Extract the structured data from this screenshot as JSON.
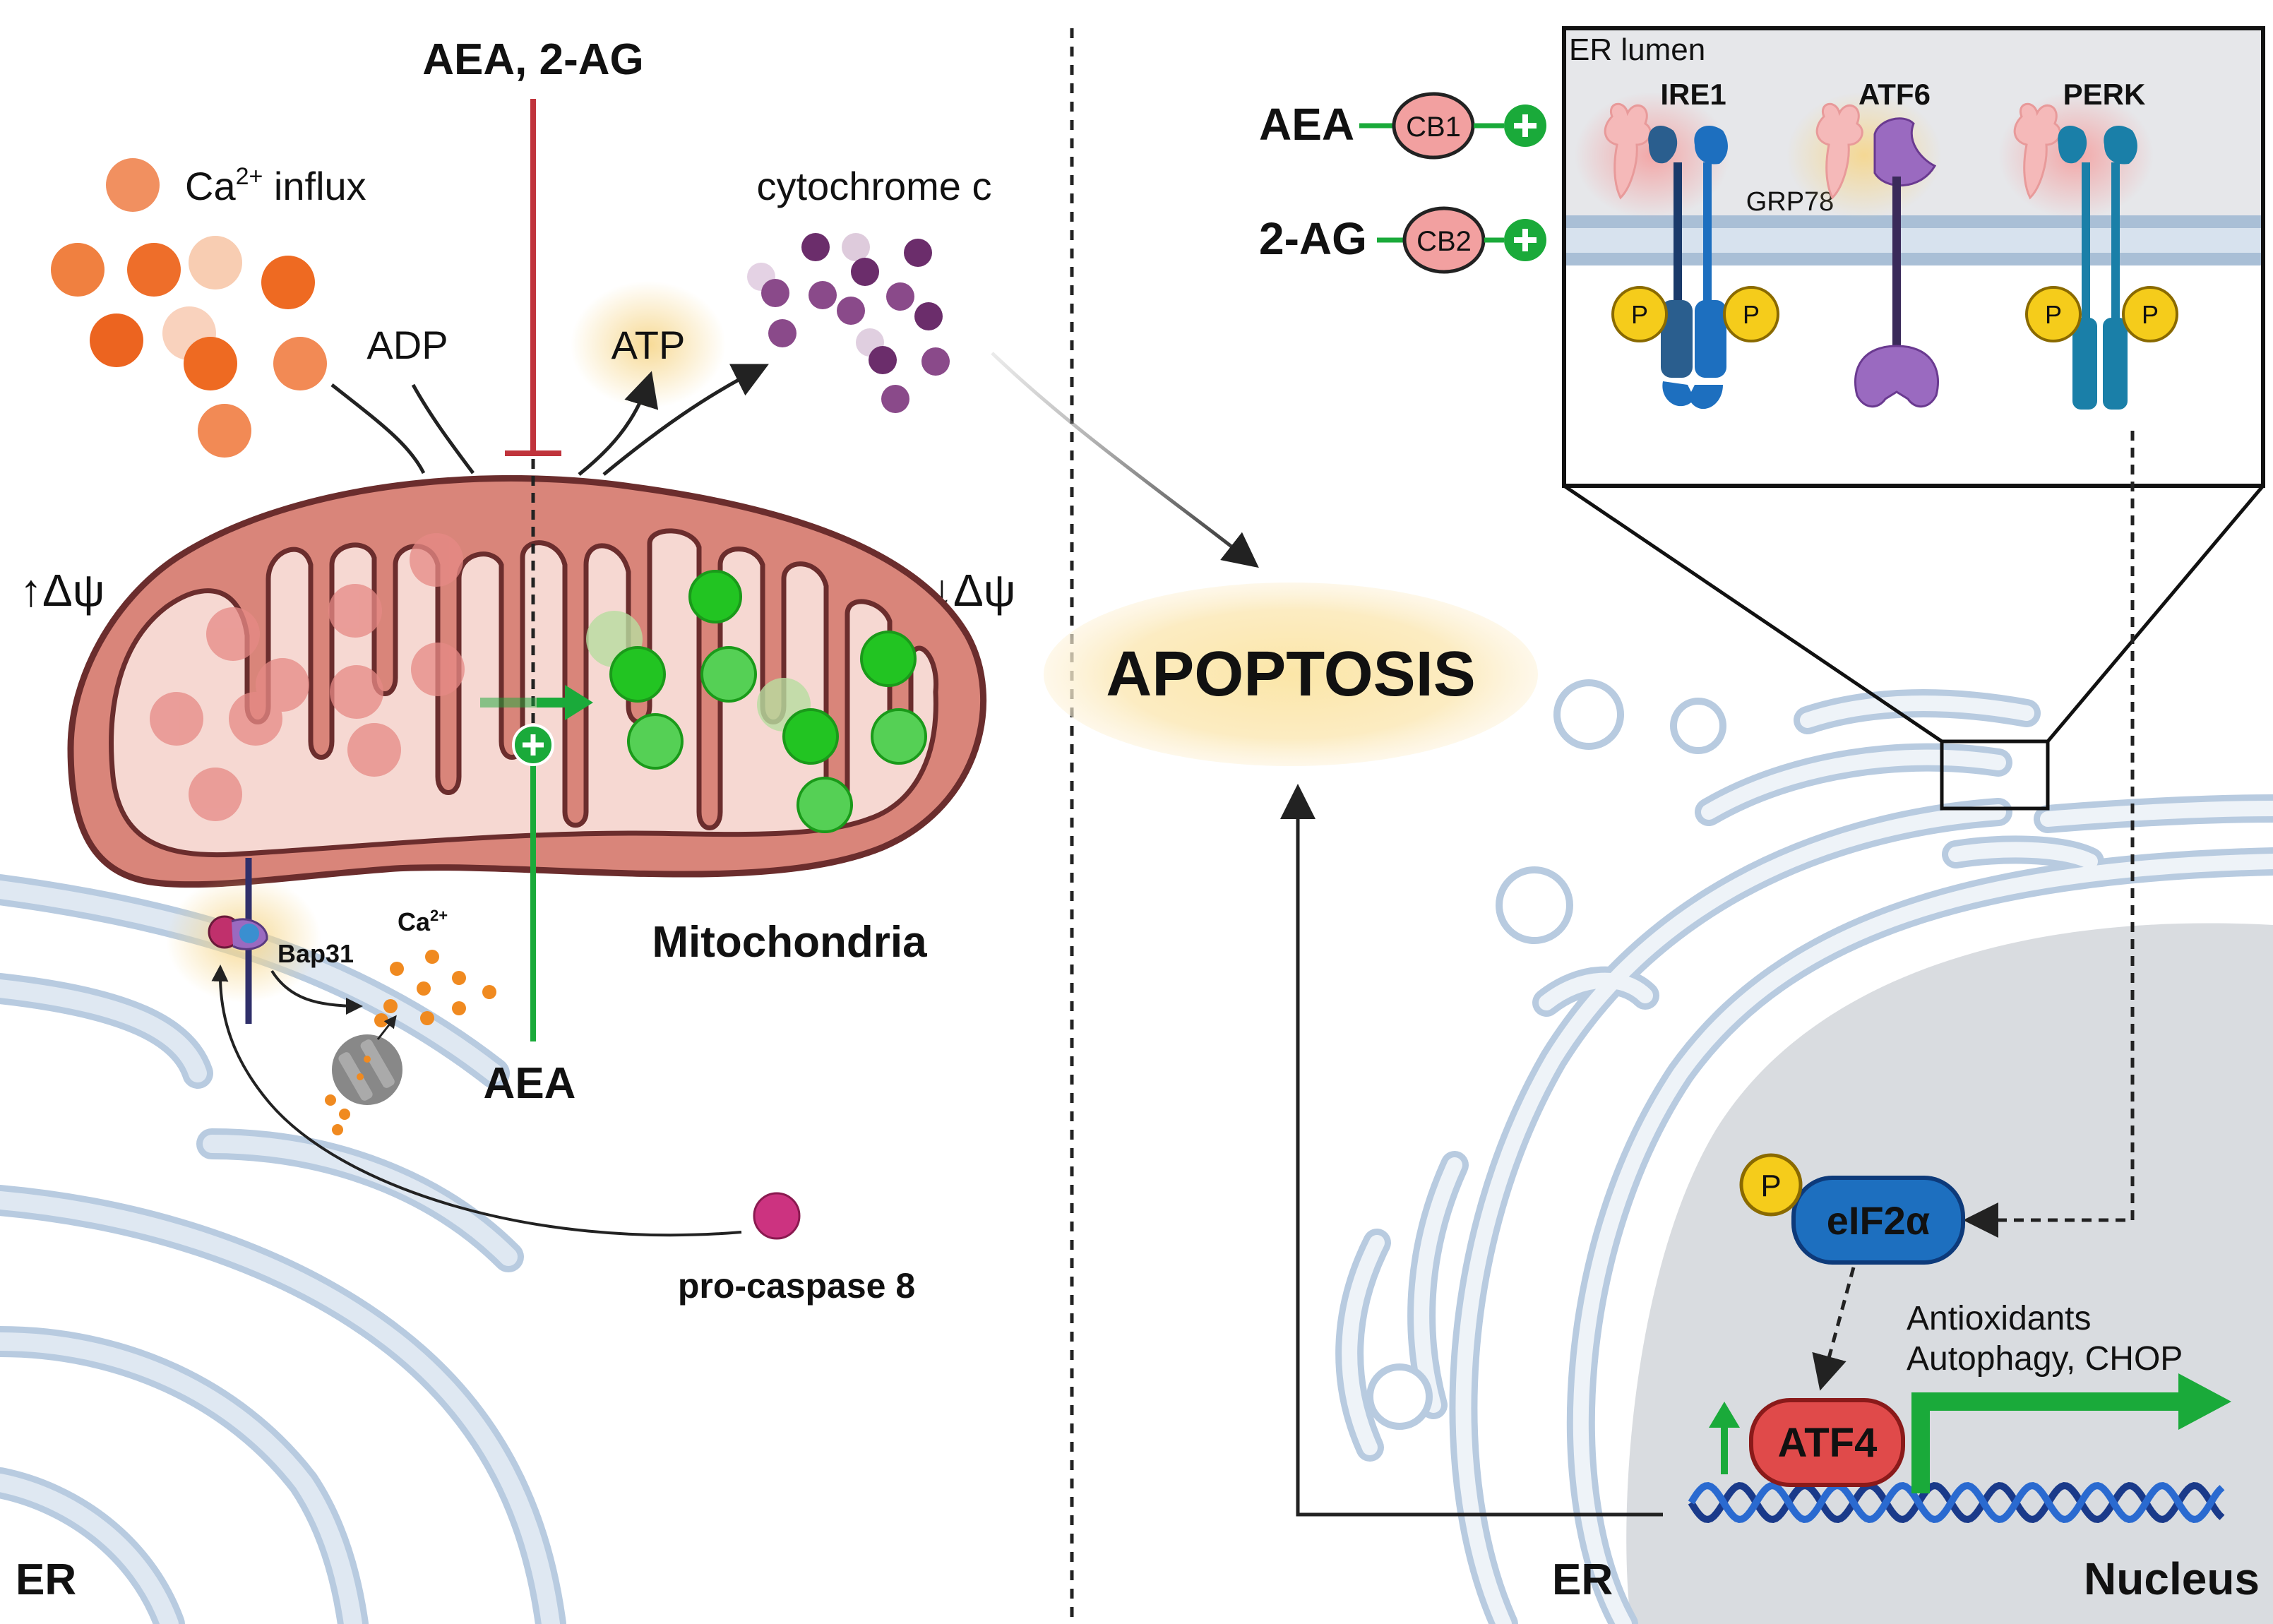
{
  "left": {
    "top_ligands": "AEA, 2-AG",
    "ca_influx_base": "Ca",
    "ca_influx_sup": "2+",
    "ca_influx_rest": " influx",
    "adp": "ADP",
    "atp": "ATP",
    "cytochrome": "cytochrome c",
    "delta_up": "↑Δψ",
    "delta_down": "↓Δψ",
    "mito": "Mitochondria",
    "bap31": "Bap31",
    "ca_small_base": "Ca",
    "ca_small_sup": "2+",
    "aea_bottom": "AEA",
    "procaspase": "pro-caspase 8",
    "er": "ER"
  },
  "center": {
    "apoptosis": "APOPTOSIS"
  },
  "right": {
    "aea": "AEA",
    "cb1": "CB1",
    "two_ag": "2-AG",
    "cb2": "CB2",
    "er_lumen": "ER lumen",
    "ire1": "IRE1",
    "atf6": "ATF6",
    "perk": "PERK",
    "grp78": "GRP78",
    "p": "P",
    "eif2a": "eIF2α",
    "atf4": "ATF4",
    "antioxidants": "Antioxidants",
    "autophagy": "Autophagy, CHOP",
    "er": "ER",
    "nucleus": "Nucleus"
  },
  "colors": {
    "mito_outer": "#d9857a",
    "mito_border": "#6b2d2d",
    "mito_inner": "#f6d8d2",
    "calcium": "#f07a3a",
    "cytochrome": "#6b2d6b",
    "green": "#1aaa3a",
    "inhibit": "#c0343c",
    "er_membrane": "#b8cbe0",
    "nucleus": "#d9dce0",
    "eif2a": "#1d6fbf",
    "atf4": "#e04a4a",
    "apoptosis_glow": "#fbe8b0",
    "p_yellow": "#f5cc1b"
  }
}
